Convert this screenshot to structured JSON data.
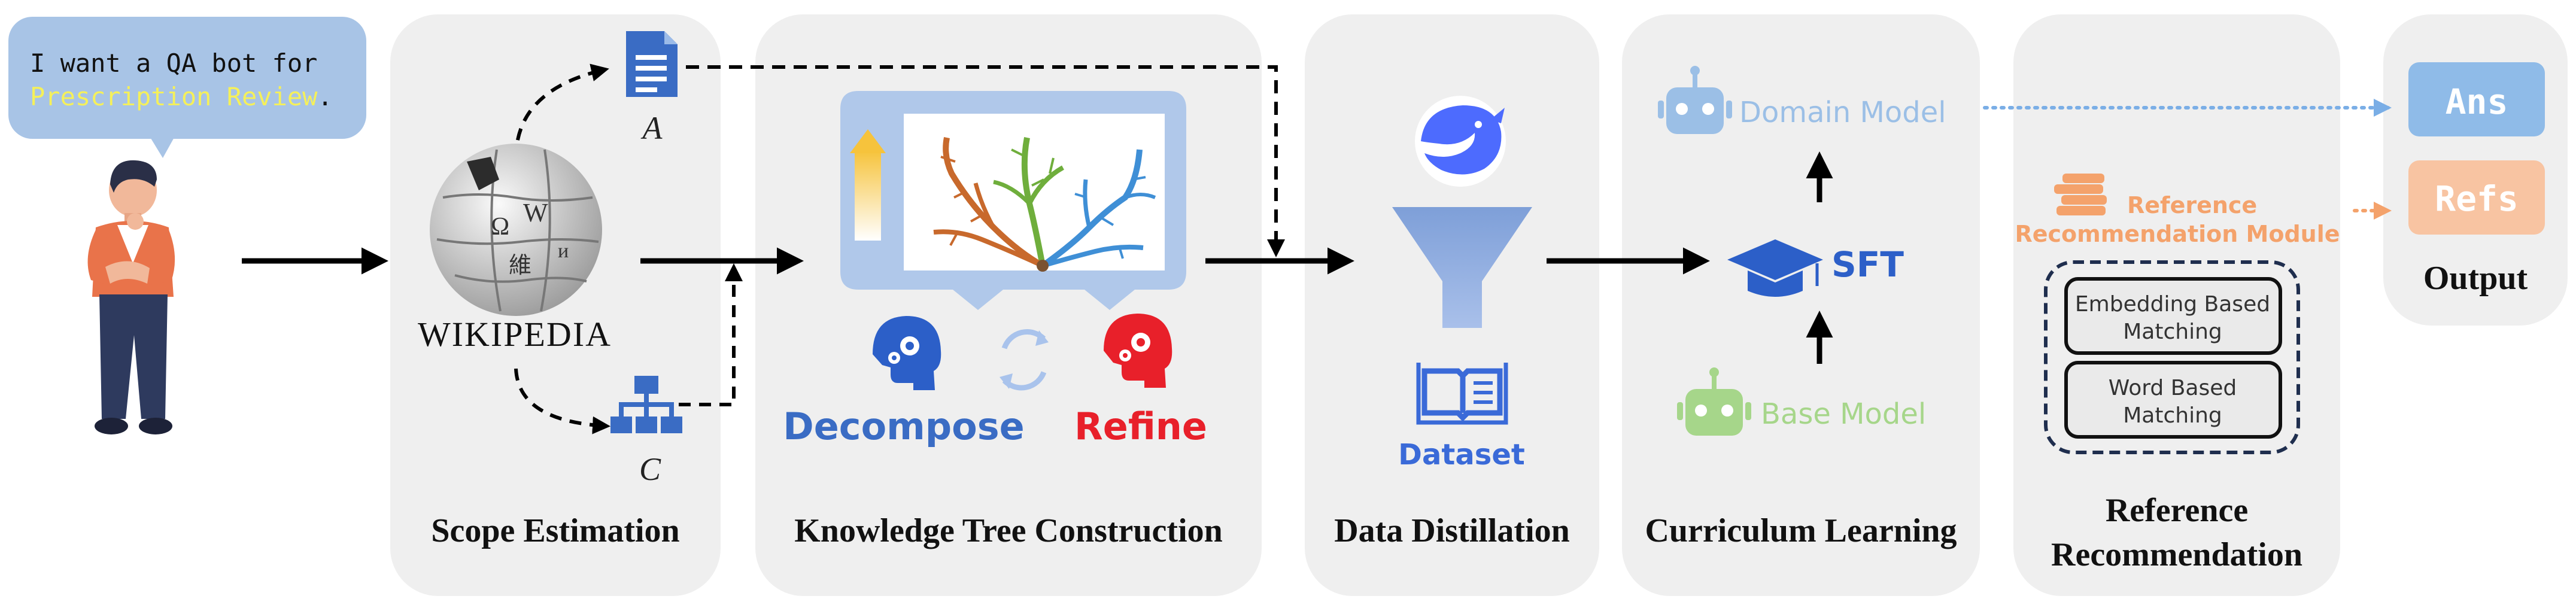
{
  "request": {
    "line1": "I want a QA bot for",
    "highlight": "Prescription Review",
    "period": "."
  },
  "scope": {
    "title": "Scope Estimation",
    "wiki_label": "WIKIPEDIA",
    "label_a": "A",
    "label_c": "C"
  },
  "tree": {
    "title": "Knowledge Tree Construction",
    "decompose": "Decompose",
    "refine": "Refine"
  },
  "distill": {
    "title": "Data Distillation",
    "dataset": "Dataset"
  },
  "curriculum": {
    "title": "Curriculum Learning",
    "domain_model": "Domain Model",
    "sft": "SFT",
    "base_model": "Base Model"
  },
  "reference": {
    "title_line1": "Reference",
    "title_line2": "Recommendation",
    "module_line1": "Reference",
    "module_line2": "Recommendation Module",
    "embedding_line1": "Embedding Based",
    "embedding_line2": "Matching",
    "word_line1": "Word Based",
    "word_line2": "Matching"
  },
  "output": {
    "title": "Output",
    "ans": "Ans",
    "refs": "Refs"
  },
  "colors": {
    "panel": "#efefef",
    "decompose": "#3a6cc4",
    "refine": "#e8202a",
    "domain_model": "#9bbfe6",
    "base_model": "#a6d68a",
    "sft": "#2c5fc8",
    "reference_module": "#f4a26b",
    "ans_box": "#8fbbe8",
    "refs_box": "#f8c4a2",
    "dataset": "#3a6ad8",
    "highlight": "#f5f05a",
    "bubble": "#a8c4e6"
  }
}
